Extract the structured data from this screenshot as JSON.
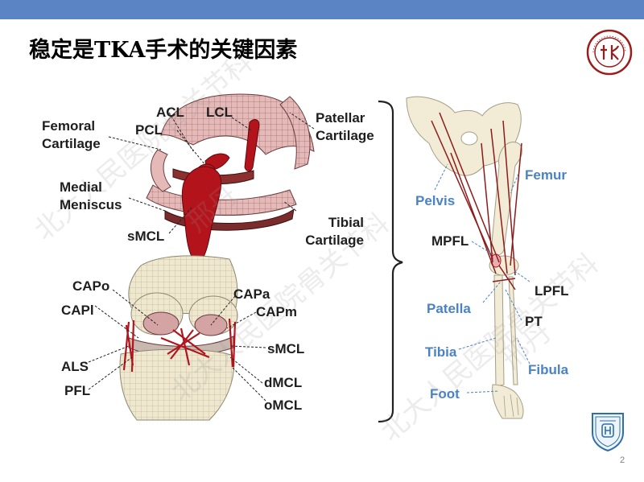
{
  "title": "稳定是TKA手术的关键因素",
  "page_number": "2",
  "watermark": [
    "北大人民医院骨关节科",
    "邢丹"
  ],
  "colors": {
    "header_bar": "#5b84c4",
    "label_dark": "#1e1e1e",
    "label_blue": "#4a83c4",
    "ligament_red": "#b3141c",
    "cartilage_pink": "#e8b8b8",
    "bone": "#f2ecd6"
  },
  "top_knee_labels": {
    "femoral_cartilage": "Femoral Cartilage",
    "acl": "ACL",
    "pcl": "PCL",
    "lcl": "LCL",
    "patellar_cartilage": "Patellar Cartilage",
    "medial_meniscus": "Medial Meniscus",
    "smcl": "sMCL",
    "tibial_cartilage": "Tibial Cartilage"
  },
  "bottom_knee_labels": {
    "capo": "CAPo",
    "capl": "CAPl",
    "capa": "CAPa",
    "capm": "CAPm",
    "smcl": "sMCL",
    "als": "ALS",
    "pfl": "PFL",
    "dmcl": "dMCL",
    "omcl": "oMCL"
  },
  "leg_labels": {
    "pelvis": "Pelvis",
    "femur": "Femur",
    "mpfl": "MPFL",
    "lpfl": "LPFL",
    "patella": "Patella",
    "pt": "PT",
    "tibia": "Tibia",
    "fibula": "Fibula",
    "foot": "Foot"
  },
  "icons": [
    "pku-logo-icon",
    "hospital-shield-icon",
    "right-brace-icon"
  ]
}
